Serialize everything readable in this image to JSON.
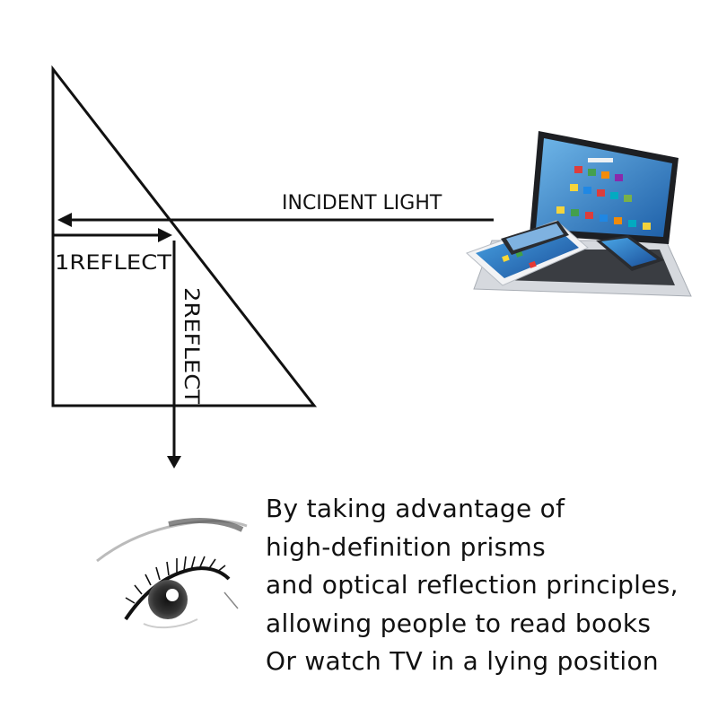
{
  "labels": {
    "incident": "INCIDENT LIGHT",
    "reflect1": "1REFLECT",
    "reflect2": "2REFLECT"
  },
  "images": {
    "devices": "laptop-tablet-phones-image",
    "eye": "eye-image"
  },
  "description": {
    "lines": [
      "By taking advantage of",
      "high-definition prisms",
      "and optical reflection principles,",
      "allowing people to read books",
      "Or watch TV in a lying position"
    ]
  },
  "colors": {
    "line": "#111111",
    "background": "#ffffff"
  }
}
